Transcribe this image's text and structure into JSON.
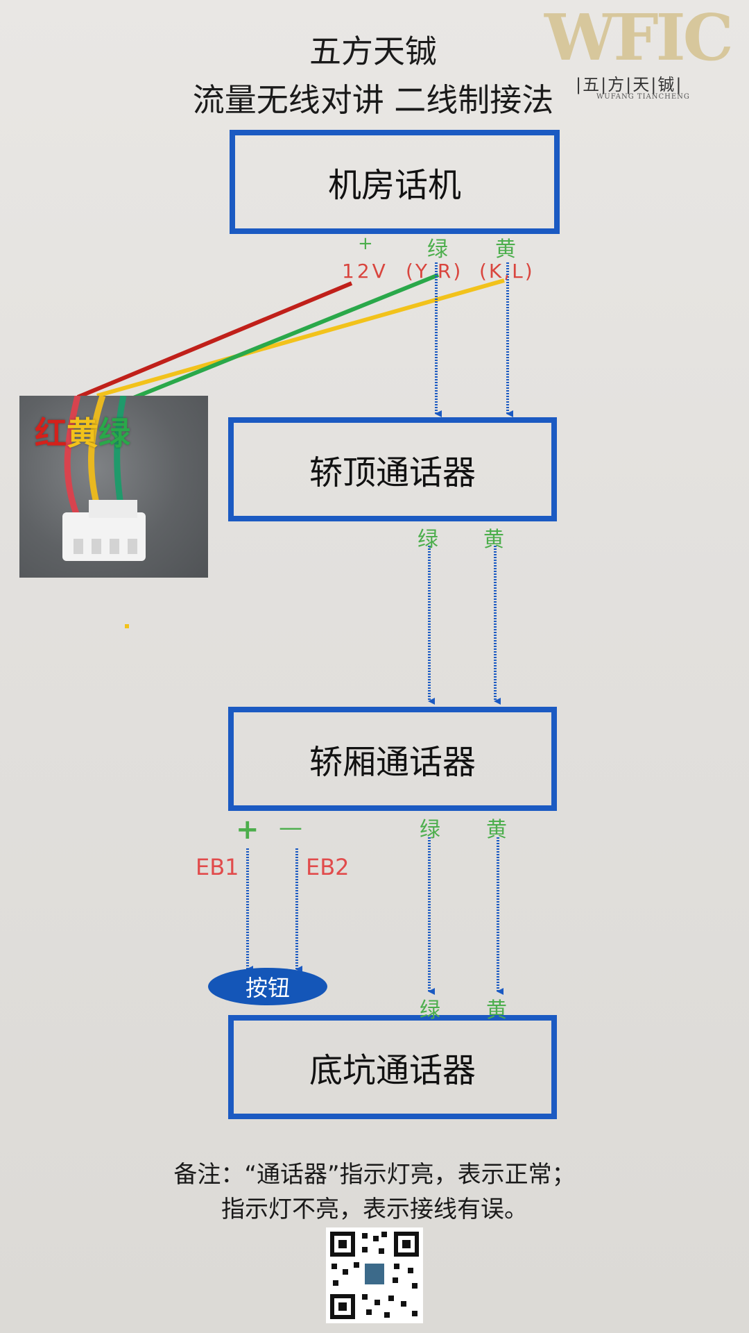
{
  "header": {
    "title_line1": "五方天铖",
    "title_line2": "流量无线对讲 二线制接法"
  },
  "logo": {
    "wordmark": "WFIC",
    "cn": "|五|方|天|铖|",
    "en": "WUFANG TIANCHENG"
  },
  "diagram": {
    "box_machine_room": "机房话机",
    "box_car_top": "轿顶通话器",
    "box_car": "轿厢通话器",
    "box_pit": "底坑通话器",
    "terminal_plus": "+",
    "terminal_12v": "12V",
    "terminal_yr": "(Y R)",
    "terminal_kl": "(K,L)",
    "green": "绿",
    "yellow": "黄",
    "plus": "+",
    "minus": "—",
    "eb1": "EB1",
    "eb2": "EB2",
    "button": "按钮",
    "photo_red": "红",
    "photo_yellow": "黄",
    "photo_green": "绿"
  },
  "note": {
    "line1": "备注：“通话器”指示灯亮，表示正常；",
    "line2": "指示灯不亮，表示接线有误。"
  },
  "colors": {
    "box_border": "#1b5ac2",
    "arrow": "#1b5ac2",
    "wire_red": "#c0201a",
    "wire_yellow": "#f2c21b",
    "wire_green": "#2aa84a",
    "label_green": "#4cae4c",
    "label_red": "#d9453e",
    "logo_gold": "#d7c79c"
  },
  "qr_code": "qr-code"
}
